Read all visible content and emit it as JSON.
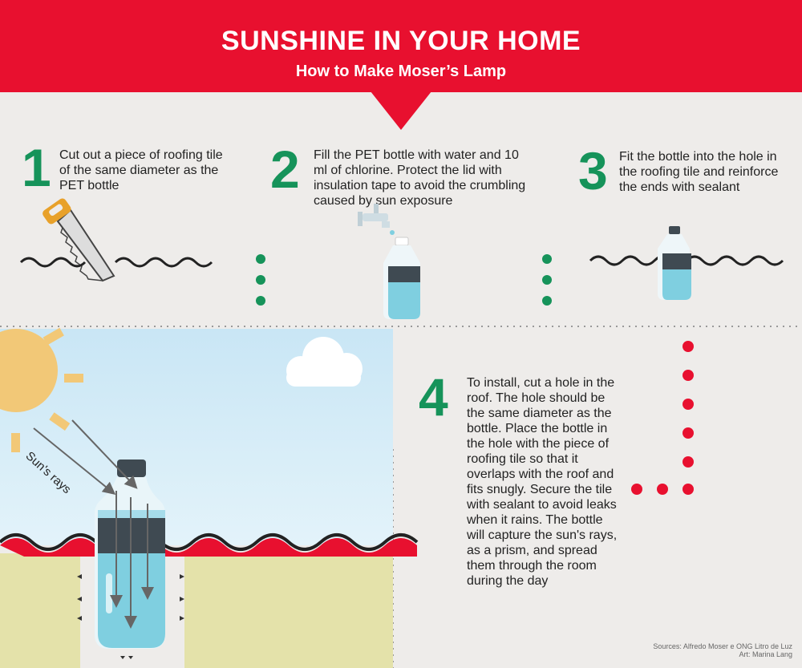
{
  "header": {
    "title": "SUNSHINE IN YOUR HOME",
    "subtitle": "How to Make Moser’s Lamp"
  },
  "steps": [
    {
      "number": "1",
      "text": "Cut out a piece of roofing tile of the same diameter as the PET bottle"
    },
    {
      "number": "2",
      "text": "Fill the PET bottle with water and 10 ml of chlorine. Protect the lid with insulation tape to avoid the crumbling caused by sun exposure"
    },
    {
      "number": "3",
      "text": "Fit the bottle into the hole in the roofing tile and reinforce the ends with sealant"
    },
    {
      "number": "4",
      "text": "To install, cut a hole in the roof. The hole should be the same diameter as the bottle. Place the bottle in the hole with the piece of roofing tile so that it overlaps with the roof and fits snugly. Secure the tile with sealant to avoid leaks when it rains. The bottle will capture the sun's rays, as a prism, and spread them through the room during the day"
    }
  ],
  "illustration": {
    "rays_label": "Sun's rays"
  },
  "credits": {
    "sources": "Sources: Alfredo Moser e ONG Litro de Luz",
    "art": "Art: Marina Lang"
  },
  "colors": {
    "header_red": "#e8102f",
    "step_green": "#16935a",
    "background": "#eeecea",
    "sky": "#d8eef8",
    "sun": "#f2c877",
    "bottle_water": "#7fcfe0",
    "tape": "#3f4a52",
    "roof_red": "#e8102f",
    "wall": "#e4e2aa"
  }
}
